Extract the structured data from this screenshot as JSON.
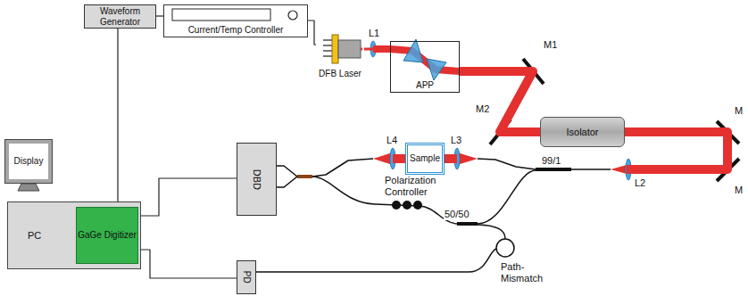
{
  "diagram": {
    "nodes": [
      {
        "text": [
          "Waveform Generator"
        ]
      },
      {
        "text": [
          "Current/Temp Controller"
        ]
      },
      {
        "text": [
          "DFB Laser"
        ]
      },
      {
        "text": [
          "APP"
        ]
      },
      {
        "text": [
          "Isolator"
        ]
      },
      {
        "text": [
          "Sample"
        ]
      },
      {
        "text": [
          "DBD"
        ]
      },
      {
        "text": [
          "Display"
        ]
      },
      {
        "text": [
          "PC"
        ]
      },
      {
        "text": [
          "GaGe Digitizer"
        ],
        "in": 8
      },
      {
        "text": [
          "PD"
        ]
      }
    ],
    "edges": [
      {
        "from": 0,
        "to": 1,
        "arrow": "none"
      },
      {
        "from": 0,
        "to": 9,
        "arrow": "none"
      },
      {
        "from": 1,
        "to": 2,
        "arrow": "none"
      },
      {
        "from": 6,
        "to": 9,
        "arrow": "none"
      },
      {
        "from": 10,
        "to": 9,
        "arrow": "none"
      },
      {
        "from": 2,
        "to": 3,
        "arrow": "none"
      },
      {
        "from": 3,
        "to": 4,
        "arrow": "none"
      },
      {
        "from": 4,
        "to": 5,
        "arrow": "none"
      },
      {
        "from": 5,
        "to": 6,
        "arrow": "none"
      }
    ],
    "labels": [
      "L1",
      "M1",
      "M2",
      "M",
      "M",
      "L2",
      "L4",
      "L3",
      "99/1",
      "Polarization Controller",
      "50/50",
      "Path-Mismatch"
    ]
  }
}
